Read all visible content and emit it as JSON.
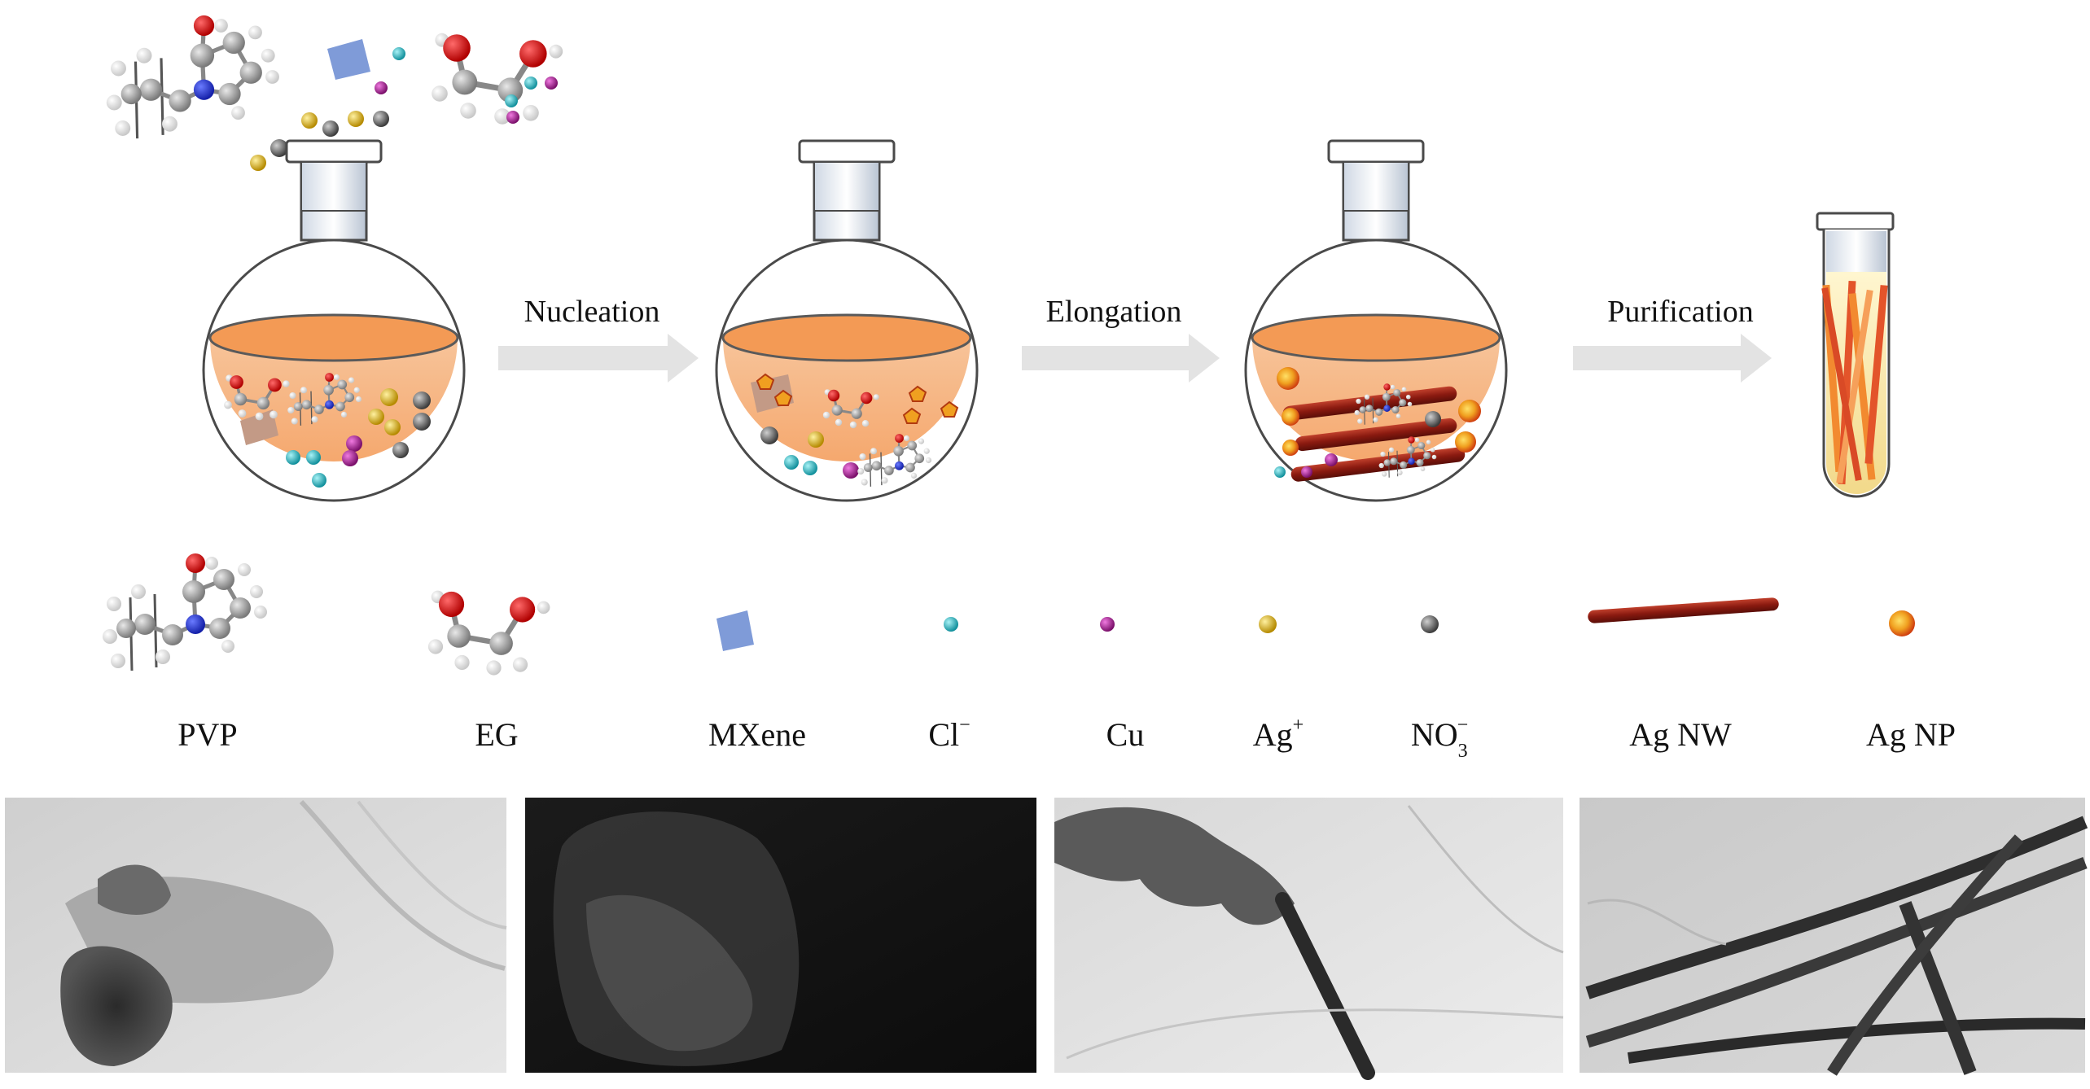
{
  "steps": [
    {
      "label": "Nucleation"
    },
    {
      "label": "Elongation"
    },
    {
      "label": "Purification"
    }
  ],
  "legend": [
    {
      "name": "PVP",
      "sup": "",
      "sub": ""
    },
    {
      "name": "EG",
      "sup": "",
      "sub": ""
    },
    {
      "name": "MXene",
      "sup": "",
      "sub": ""
    },
    {
      "name": "Cl",
      "sup": "−",
      "sub": ""
    },
    {
      "name": "Cu",
      "sup": "",
      "sub": ""
    },
    {
      "name": "Ag",
      "sup": "+",
      "sub": ""
    },
    {
      "name": "NO",
      "sup": "−",
      "sub": "3"
    },
    {
      "name": "Ag NW",
      "sup": "",
      "sub": ""
    },
    {
      "name": "Ag NP",
      "sup": "",
      "sub": ""
    }
  ],
  "colors": {
    "chloride": "#22b3c0",
    "copper": "#a0208f",
    "silver_ion": "#e0b400",
    "nitrate": "#6b6b6b",
    "mxene": "#7f9bd8",
    "solution": "#f5b98a",
    "solution_top": "#f39a55",
    "nanowire": "#8a1a10",
    "nanoparticle": "#f0a020",
    "arrow": "#e3e3e3"
  },
  "icons": [
    "round-bottom-flask-icon",
    "test-tube-icon",
    "arrow-icon",
    "pvp-molecule-icon",
    "eg-molecule-icon"
  ],
  "tem_panels": [
    {
      "name": "tem-image-mxene"
    },
    {
      "name": "tem-image-nucleus"
    },
    {
      "name": "tem-image-elongation"
    },
    {
      "name": "tem-image-nanowires"
    }
  ]
}
